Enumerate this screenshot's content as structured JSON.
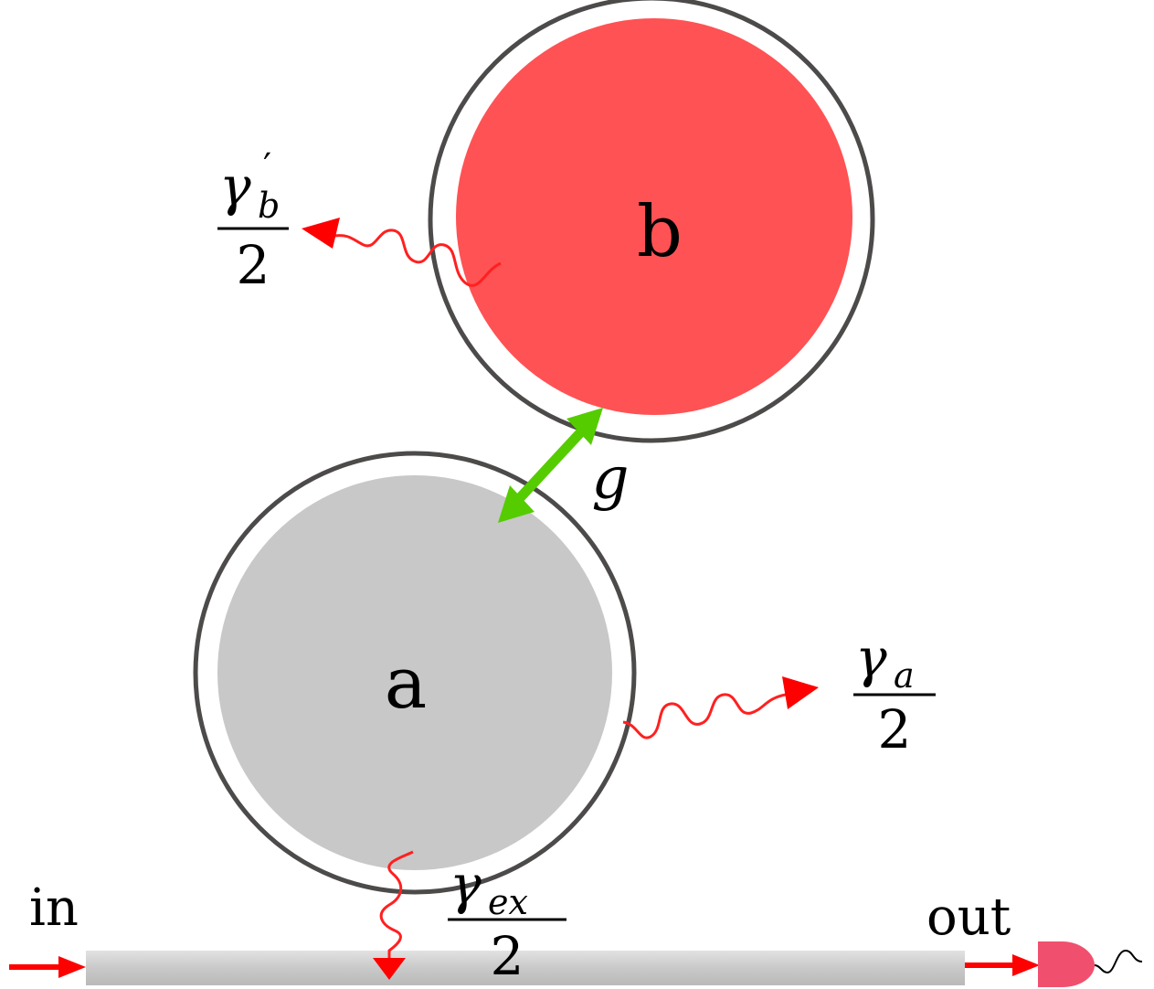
{
  "diagram": {
    "resonator_b": {
      "label": "b",
      "fill": "#ff5254",
      "ring": "#4d4a4a"
    },
    "resonator_a": {
      "label": "a",
      "fill": "#c8c8c8",
      "ring": "#4d4a4a"
    },
    "coupling": {
      "symbol": "g",
      "color": "#55cc00"
    },
    "loss_b": {
      "numerator": "γ",
      "subscript": "b",
      "prime": "′",
      "denominator": "2"
    },
    "loss_a": {
      "numerator": "γ",
      "subscript": "a",
      "denominator": "2"
    },
    "loss_ex": {
      "numerator": "γ",
      "subscript": "ex",
      "denominator": "2"
    },
    "port_in": {
      "label": "in"
    },
    "port_out": {
      "label": "out"
    },
    "colors": {
      "arrow": "#ff0000",
      "waveguide": "#cfcfcf",
      "detector": "#f0506e",
      "wave": "#ff2020"
    }
  }
}
